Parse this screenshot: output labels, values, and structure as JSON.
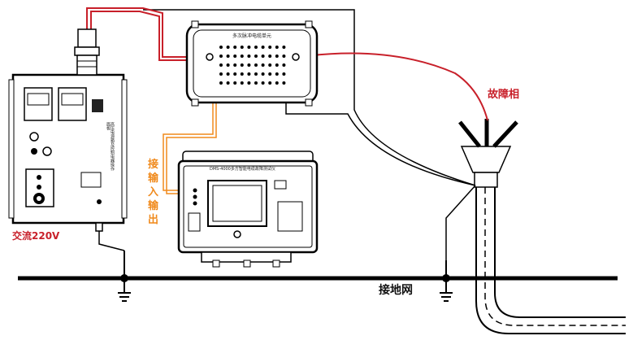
{
  "labels": {
    "fault_phase": "故障相",
    "ac_supply": "交流220V",
    "ground_grid": "接地网",
    "connect_io_line1": "接",
    "connect_io_line2": "输",
    "connect_io_line3": "入",
    "connect_io_line4": "输",
    "connect_io_line5": "出"
  },
  "devices": {
    "pulse_unit_title": "多次脉冲电缆单元",
    "tester_title": "DMS-4000多方智能电缆故障测试仪",
    "hv_box_side_text": "高压电源箱及控制电器操作面板"
  },
  "colors": {
    "lead_red": "#c8202a",
    "lead_orange": "#f08a1c",
    "ground_line": "#000000"
  }
}
